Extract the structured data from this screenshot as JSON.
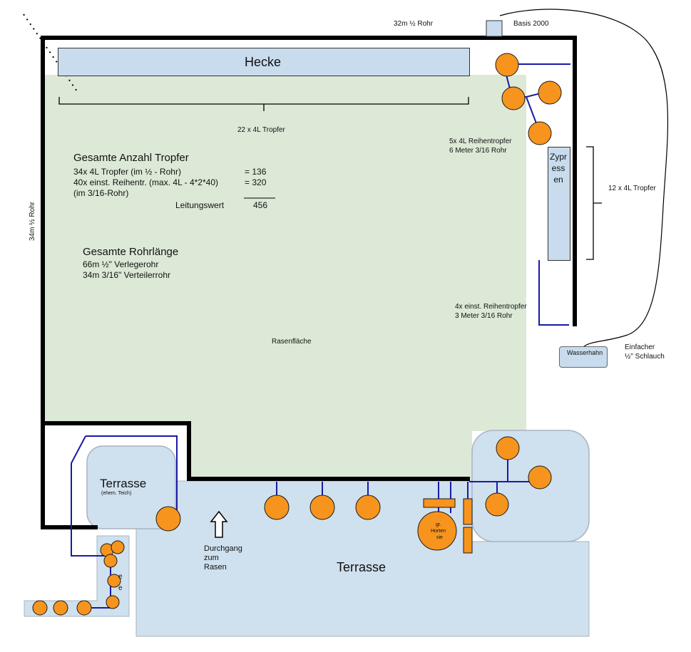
{
  "labels": {
    "hecke": "Hecke",
    "tropfer_22": "22 x 4L Tropfer",
    "rohr_32": "32m ½ Rohr",
    "basis": "Basis 2000",
    "reihentropfer_5": "5x 4L Reihentropfer",
    "rohr_6m": "6 Meter 3/16 Rohr",
    "zypressen": "Zypressen",
    "tropfer_12": "12 x 4L Tropfer",
    "rohr_34_side": "34m ½ Rohr",
    "reihentropfer_4": "4x einst. Reihentropfer",
    "rohr_3m": "3 Meter 3/16 Rohr",
    "rasen": "Rasenfläche",
    "wasserhahn": "Wasserhahn",
    "einfacher": "Einfacher",
    "schlauch": "½\" Schlauch",
    "terrasse_teich": "Terrasse",
    "teich_note": "(ehem. Teich)",
    "durchgang": "Durchgang",
    "zum": "zum",
    "rasen_short": "Rasen",
    "terrasse_main": "Terrasse",
    "hortensie_gr": "gr.",
    "hortensie_hort": "Horten",
    "hortensie_sie": "sie",
    "strip_e1": "e",
    "strip_e2": "e"
  },
  "summary": {
    "title": "Gesamte Anzahl Tropfer",
    "line1_text": "34x 4L Tropfer (im ½ - Rohr)",
    "line1_value": "= 136",
    "line2_text": "40x einst. Reihentr. (max. 4L - 4*2*40)",
    "line2_value": "= 320",
    "line3_text": "(im 3/16-Rohr)",
    "total_label": "Leitungswert",
    "total_value": "456"
  },
  "pipes": {
    "title": "Gesamte Rohrlänge",
    "line1": "66m ½\" Verlegerohr",
    "line2": "34m 3/16\" Verteilerrohr"
  },
  "colors": {
    "lawn": "#dde9d7",
    "terrace": "#cfe0ee",
    "plant": "#f7941e",
    "pipe": "#1a1aa6",
    "wall": "#000000"
  }
}
